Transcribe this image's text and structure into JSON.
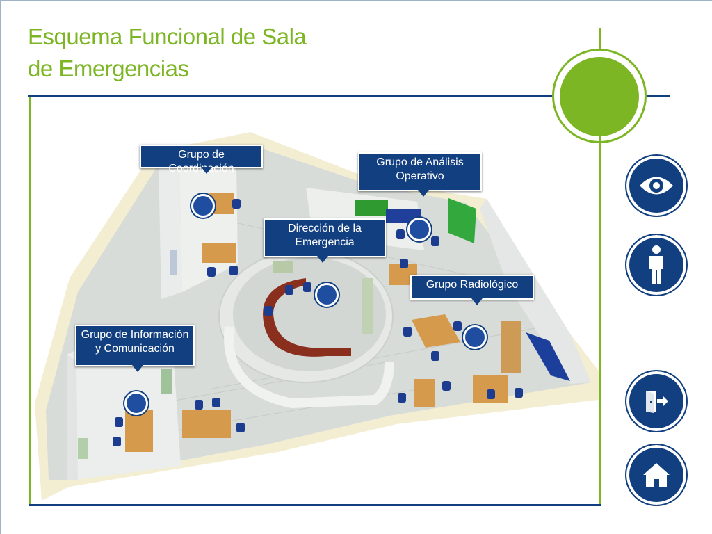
{
  "header": {
    "title": "Esquema Funcional de Sala de Emergencias"
  },
  "colors": {
    "brand_green": "#7cb624",
    "brand_navy": "#123f80",
    "pin_blue": "#1f4ea0"
  },
  "floor_plan": {
    "callouts": {
      "coordinacion": "Grupo de Coordinación",
      "analisis": "Grupo de Análisis Operativo",
      "direccion": "Dirección de la Emergencia",
      "radiologico": "Grupo Radiológico",
      "informacion": "Grupo de Información y Comunicación"
    }
  },
  "nav": {
    "buttons": [
      {
        "icon": "eye-icon"
      },
      {
        "icon": "person-icon"
      },
      {
        "icon": "exit-icon"
      },
      {
        "icon": "home-icon"
      }
    ]
  }
}
